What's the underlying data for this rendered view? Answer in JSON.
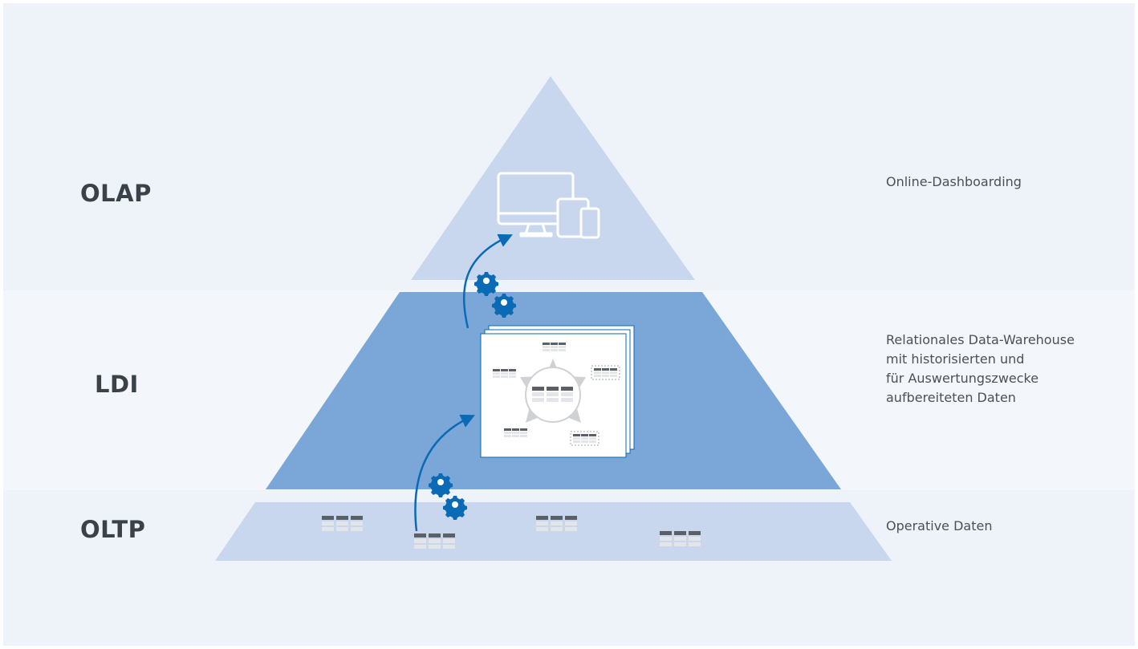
{
  "layers": [
    {
      "id": "olap",
      "label": "OLAP",
      "description": [
        "Online-Dashboarding"
      ]
    },
    {
      "id": "ldi",
      "label": "LDI",
      "description": [
        "Relationales Data-Warehouse",
        "mit historisierten und",
        "für Auswertungszwecke",
        "aufbereiteten Daten"
      ]
    },
    {
      "id": "oltp",
      "label": "OLTP",
      "description": [
        "Operative Daten"
      ]
    }
  ],
  "colors": {
    "page_background": "#eef3fa",
    "band_background": "#f3f7fc",
    "olap_fill": "#c8d7ee",
    "ldi_fill": "#7ba6d8",
    "oltp_fill": "#c8d7ee",
    "accent_blue": "#0b6ab5",
    "table_header": "#5b5f66",
    "table_cell": "#e3e5e8",
    "device_outline": "#ffffff"
  },
  "icons": {
    "olap": "devices-icon",
    "ldi": "star-schema-icon",
    "oltp": "table-icon",
    "process": "gear-icon",
    "flow": "curved-arrow-icon"
  }
}
